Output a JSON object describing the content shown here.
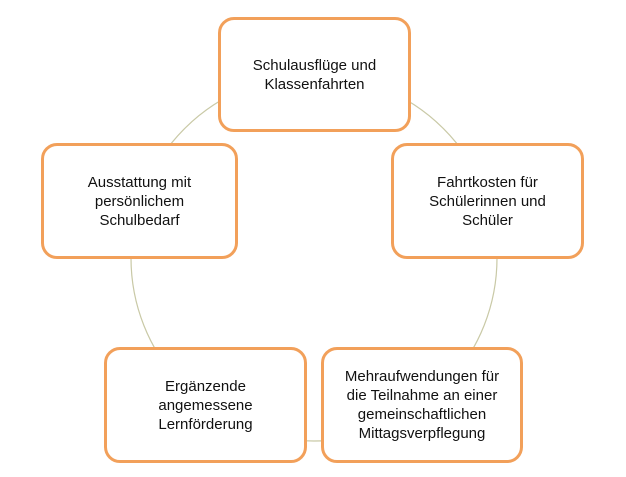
{
  "colors": {
    "border": "#f2a05a",
    "ring": "#c9c9a6"
  },
  "nodes": [
    {
      "label": "Schulausflüge und\nKlassenfahrten"
    },
    {
      "label": "Fahrtkosten für\nSchülerinnen und\nSchüler"
    },
    {
      "label": "Mehraufwendungen für\ndie Teilnahme an einer\ngemeinschaftlichen\nMittagsverpflegung"
    },
    {
      "label": "Ergänzende\nangemessene\nLernförderung"
    },
    {
      "label": "Ausstattung mit\npersönlichem\nSchulbedarf"
    }
  ]
}
